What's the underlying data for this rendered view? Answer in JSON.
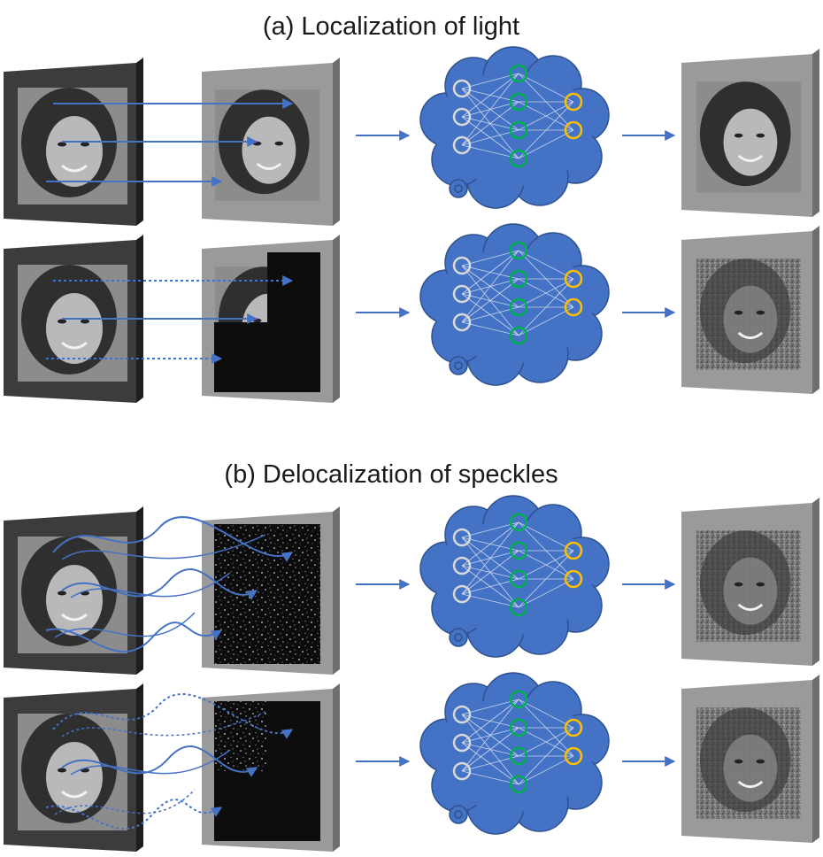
{
  "titles": {
    "a": "(a) Localization of light",
    "b": "(b) Delocalization of speckles"
  },
  "colors": {
    "arrow": "#4472c4",
    "cloud_fill": "#4472c4",
    "cloud_stroke": "#2f528f",
    "input_neuron": "#d9d9d9",
    "hidden_neuron": "#00b050",
    "output_neuron": "#ffc000",
    "frame_dark": "#3c3c3c",
    "frame_light": "#9a9a9a"
  },
  "rows": [
    {
      "section": "a",
      "input_frame": "dark-gray-frame",
      "medium": "intact-face-image",
      "propagation": "straight-solid-arrows",
      "output": "clear-reconstructed-face"
    },
    {
      "section": "a",
      "input_frame": "dark-gray-frame",
      "medium": "face-image-with-three-blocked-quadrants",
      "propagation": "straight-arrows-dotted-where-blocked",
      "output": "noisy-partial-reconstruction"
    },
    {
      "section": "b",
      "input_frame": "dark-gray-frame",
      "medium": "speckle-pattern",
      "propagation": "wavy-scattered-solid-paths",
      "output": "blurry-reconstructed-face"
    },
    {
      "section": "b",
      "input_frame": "dark-gray-frame",
      "medium": "speckle-pattern-with-three-blocked-quadrants",
      "propagation": "wavy-paths-dotted-where-blocked",
      "output": "blurry-reconstructed-face"
    }
  ]
}
